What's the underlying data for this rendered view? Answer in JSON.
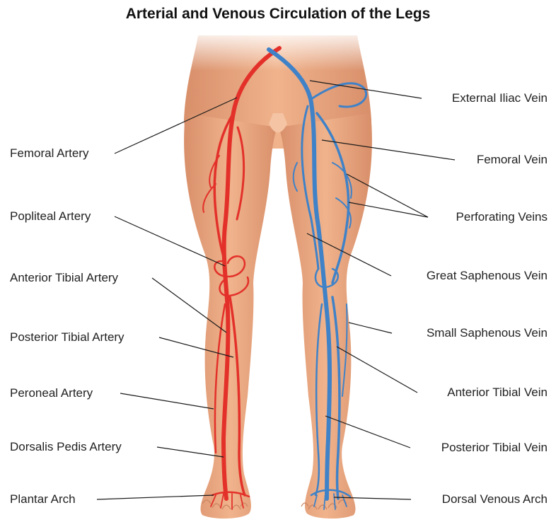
{
  "title": "Arterial and Venous Circulation of the Legs",
  "colors": {
    "skin": "#e9a880",
    "skin_shadow": "#d08a66",
    "artery": "#e3312a",
    "vein": "#3f82c8",
    "leader_line": "#1a1a1a"
  },
  "left_labels": {
    "femoral_artery": "Femoral Artery",
    "popliteal_artery": "Popliteal Artery",
    "anterior_tibial_artery": "Anterior Tibial Artery",
    "posterior_tibial_artery": "Posterior Tibial Artery",
    "peroneal_artery": "Peroneal Artery",
    "dorsalis_pedis_artery": "Dorsalis Pedis Artery",
    "plantar_arch": "Plantar Arch"
  },
  "right_labels": {
    "external_iliac_vein": "External Iliac Vein",
    "femoral_vein": "Femoral Vein",
    "perforating_veins": "Perforating Veins",
    "great_saphenous_vein": "Great Saphenous Vein",
    "small_saphenous_vein": "Small Saphenous Vein",
    "anterior_tibial_vein": "Anterior Tibial Vein",
    "posterior_tibial_vein": "Posterior Tibial Vein",
    "dorsal_venous_arch": "Dorsal Venous Arch"
  }
}
